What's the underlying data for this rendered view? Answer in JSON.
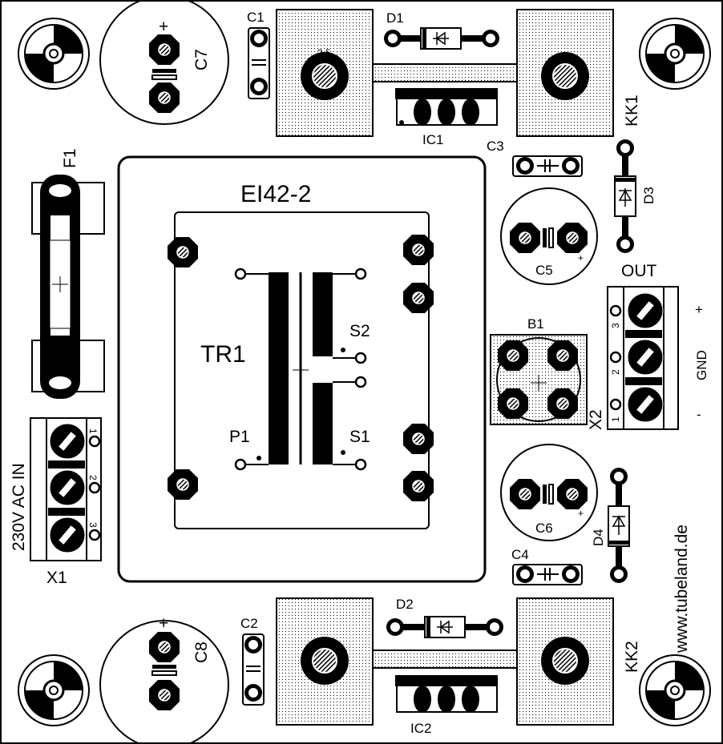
{
  "colors": {
    "ink": "#000000",
    "paper": "#ffffff"
  },
  "labels": {
    "c1": "C1",
    "c2": "C2",
    "c3": "C3",
    "c4": "C4",
    "c5": "C5",
    "c6": "C6",
    "c7": "C7",
    "c8": "C8",
    "d1": "D1",
    "d2": "D2",
    "d3": "D3",
    "d4": "D4",
    "kk1": "KK1",
    "kk2": "KK2",
    "ic1": "IC1",
    "ic2": "IC2",
    "f1": "F1",
    "transformer_type": "EI42-2",
    "tr1": "TR1",
    "p1": "P1",
    "s1": "S1",
    "s2": "S2",
    "b1": "B1",
    "out": "OUT",
    "plus": "+",
    "gnd": "GND",
    "minus": "-",
    "x2": "X2",
    "ac_in": "230V AC IN",
    "x1": "X1",
    "website": "www.tubeland.de",
    "heatsink_value": "2,5",
    "cap_plus": "+"
  },
  "terminal_pins": {
    "x1": [
      "1",
      "2",
      "3"
    ],
    "x2": [
      "3",
      "2",
      "1"
    ]
  }
}
